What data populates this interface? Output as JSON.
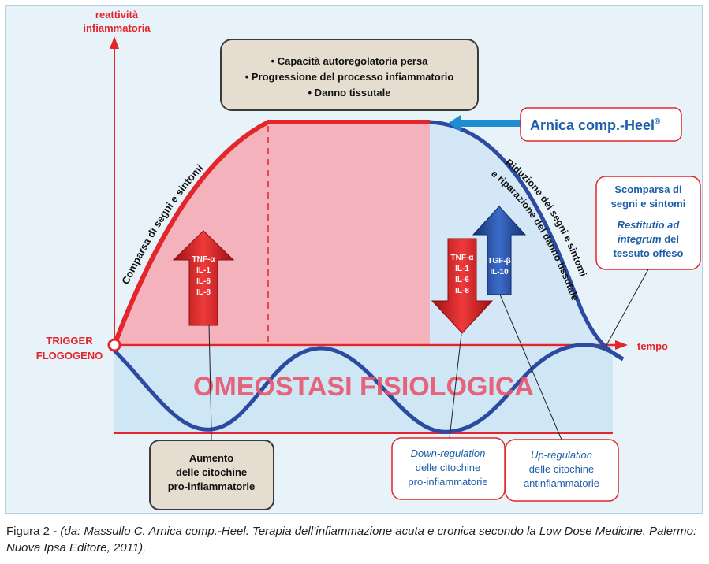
{
  "axes": {
    "y_label_line1": "reattività",
    "y_label_line2": "infiammatoria",
    "x_label": "tempo"
  },
  "trigger": {
    "line1": "TRIGGER",
    "line2": "FLOGOGENO"
  },
  "top_box": {
    "items": [
      "• Capacità autoregolatoria persa",
      "• Progressione del processo infiammatorio",
      "• Danno tissutale"
    ]
  },
  "arnica": {
    "label": "Arnica comp.-Heel",
    "mark": "®"
  },
  "curve_labels": {
    "rising": "Comparsa di segni e sintomi",
    "falling_line1": "Riduzione dei segni e sintomi",
    "falling_line2": "e riparazione del danno tissutale"
  },
  "arrows": {
    "up_red": [
      "TNF-α",
      "IL-1",
      "IL-6",
      "IL-8"
    ],
    "down_red": [
      "TNF-α",
      "IL-1",
      "IL-6",
      "IL-8"
    ],
    "up_blue": [
      "TGF-β",
      "IL-10"
    ]
  },
  "omeostasi": "OMEOSTASI FISIOLOGICA",
  "right_box": {
    "line1": "Scomparsa di",
    "line2": "segni e sintomi",
    "line3": "Restitutio ad",
    "line4_italic": "integrum",
    "line4_rest": " del",
    "line5": "tessuto offeso"
  },
  "bottom_boxes": {
    "aumento": [
      "Aumento",
      "delle citochine",
      "pro-infiammatorie"
    ],
    "down_regulation": {
      "title": "Down-regulation",
      "lines": [
        "delle citochine",
        "pro-infiammatorie"
      ]
    },
    "up_regulation": {
      "title": "Up-regulation",
      "lines": [
        "delle citochine",
        "antinfiammatorie"
      ]
    }
  },
  "caption": {
    "prefix": "Figura 2 - ",
    "text": "(da: Massullo C. Arnica comp.-Heel. Terapia dell’infiammazione acuta e cronica secondo la Low Dose Medicine. Palermo: Nuova Ipsa Editore, 2011)."
  },
  "colors": {
    "red": "#e2262c",
    "blue": "#2b4aa0",
    "light_blue": "#1f8bd0",
    "pink_fill": "#f4b3bc",
    "blue_fill": "#d4e8f6",
    "box_beige": "#e5ddd0"
  }
}
